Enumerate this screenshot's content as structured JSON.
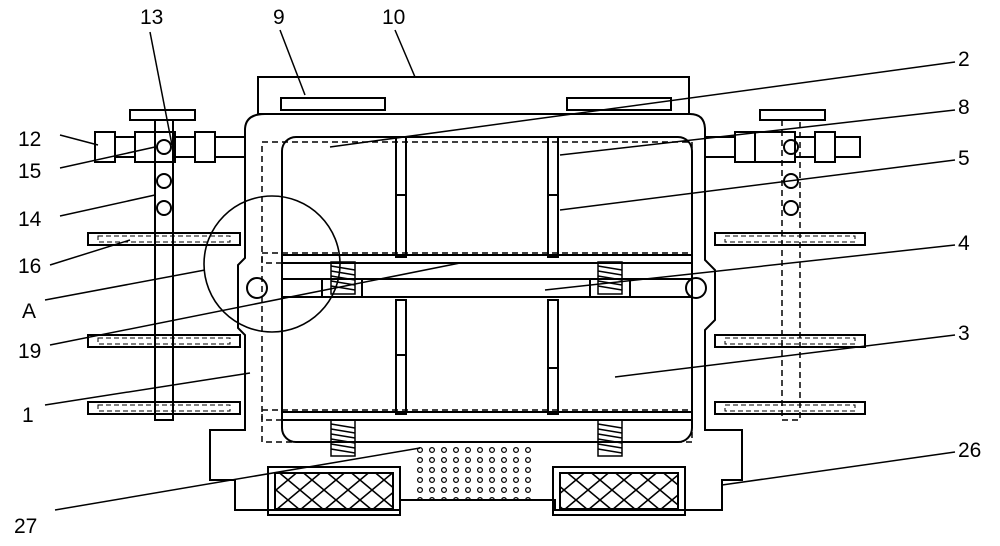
{
  "labels": {
    "l13": "13",
    "l9": "9",
    "l10": "10",
    "l2": "2",
    "l12": "12",
    "l8": "8",
    "l15": "15",
    "l5": "5",
    "l14": "14",
    "l4": "4",
    "l16": "16",
    "lA": "A",
    "l3": "3",
    "l19": "19",
    "l1": "1",
    "l26": "26",
    "l27": "27"
  },
  "colors": {
    "stroke": "#000000",
    "background": "#ffffff"
  }
}
